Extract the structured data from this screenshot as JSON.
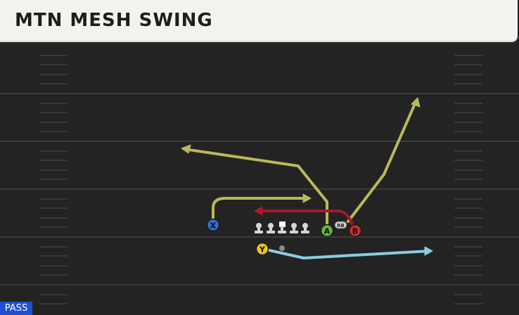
{
  "header": {
    "title": "MTN MESH SWING"
  },
  "badge": {
    "label": "PASS"
  },
  "players": {
    "x": {
      "label": "X"
    },
    "a": {
      "label": "A"
    },
    "b": {
      "label": "B"
    },
    "y": {
      "label": "Y"
    },
    "rb": {
      "label": "RB"
    }
  },
  "colors": {
    "route_olive": "#b9b95c",
    "route_red": "#a8182c",
    "route_lightblue": "#8ccce0",
    "player_x": "#2f6fd0",
    "player_a": "#5fb83a",
    "player_b": "#d02a2a",
    "player_y": "#e8c325",
    "badge_bg": "#1f4fd6"
  }
}
